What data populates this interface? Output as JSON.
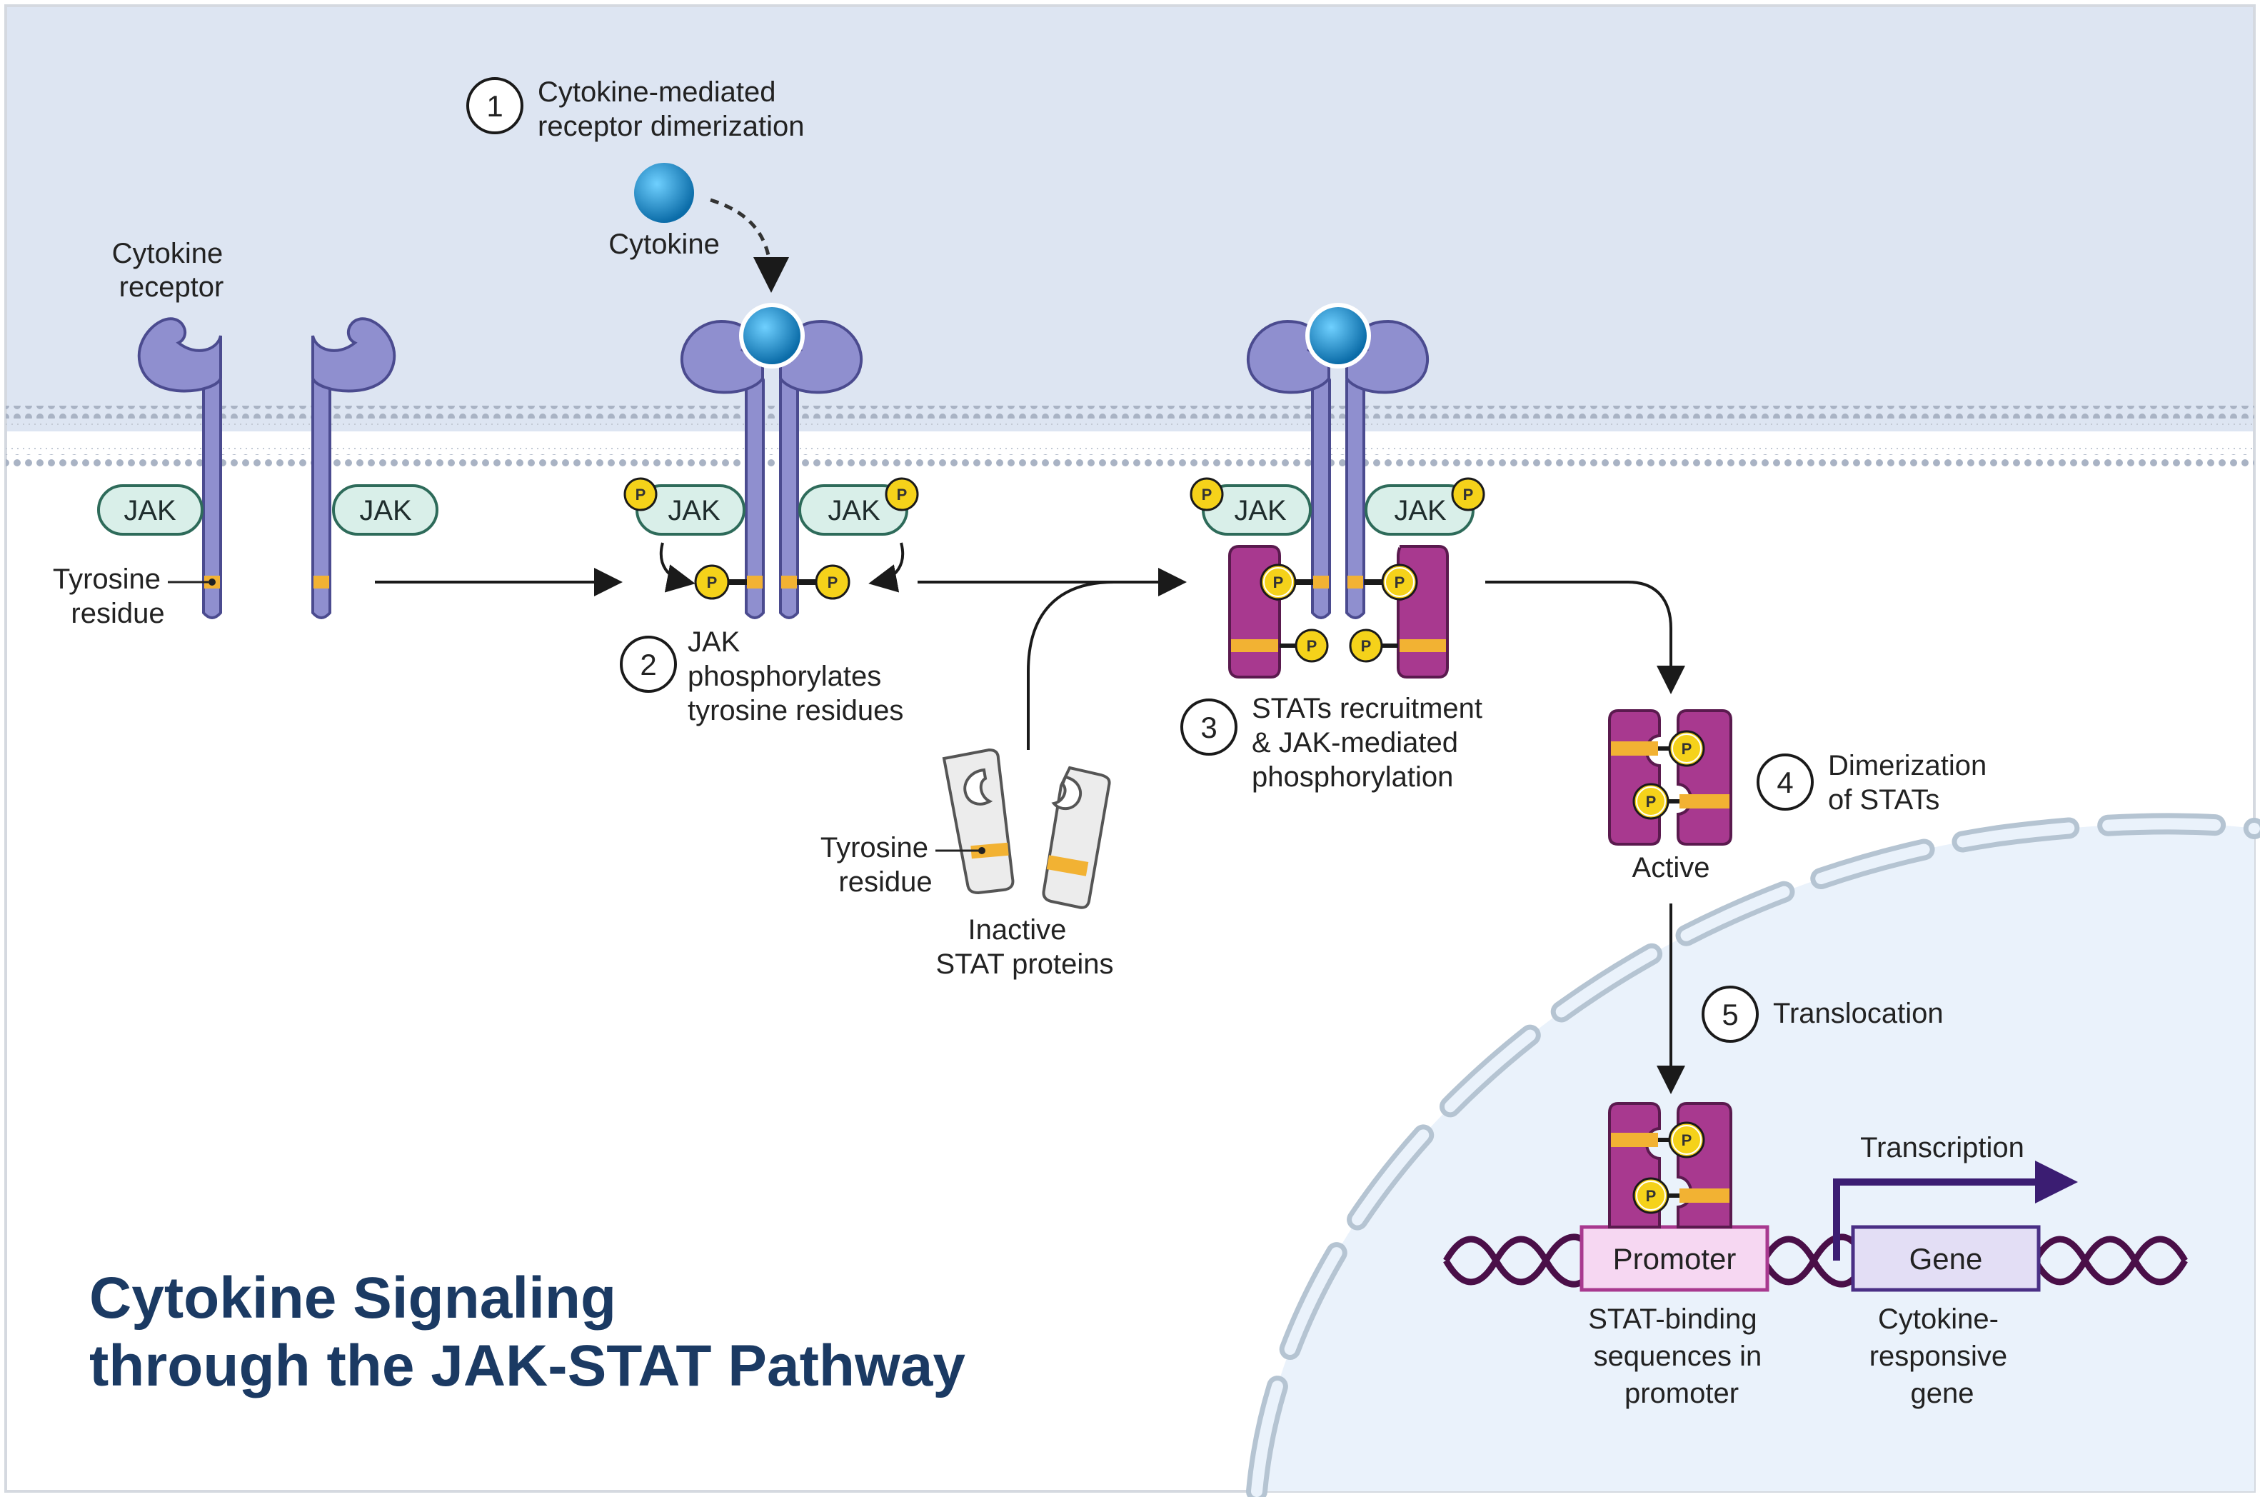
{
  "title": {
    "line1": "Cytokine Signaling",
    "line2": "through the JAK-STAT Pathway"
  },
  "steps": [
    {
      "number": "1",
      "line1": "Cytokine-mediated",
      "line2": "receptor dimerization"
    },
    {
      "number": "2",
      "line1": "JAK",
      "line2": "phosphorylates",
      "line3": "tyrosine residues"
    },
    {
      "number": "3",
      "line1": "STATs recruitment",
      "line2": "& JAK-mediated",
      "line3": "phosphorylation"
    },
    {
      "number": "4",
      "line1": "Dimerization",
      "line2": "of STATs"
    },
    {
      "number": "5",
      "line1": "Translocation"
    }
  ],
  "labels": {
    "cytokine_receptor_1": "Cytokine",
    "cytokine_receptor_2": "receptor",
    "cytokine": "Cytokine",
    "tyrosine_1": "Tyrosine",
    "tyrosine_2": "residue",
    "jak": "JAK",
    "phospho": "P",
    "inactive_1": "Inactive",
    "inactive_2": "STAT proteins",
    "active": "Active",
    "transcription": "Transcription",
    "promoter": "Promoter",
    "gene": "Gene",
    "stat_binding_1": "STAT-binding",
    "stat_binding_2": "sequences in",
    "stat_binding_3": "promoter",
    "responsive_1": "Cytokine-",
    "responsive_2": "responsive",
    "responsive_3": "gene"
  },
  "colors": {
    "extracellular": "#dde5f2",
    "nucleus": "#eaf2fb",
    "receptor": "#8f8fcf",
    "receptor_stroke": "#4b4b8f",
    "jak_fill": "#d9efe9",
    "jak_stroke": "#2e6b5a",
    "stat": "#a8398f",
    "stat_stroke": "#5a1a4e",
    "tyrosine": "#f2b233",
    "phospho": "#f5d21a",
    "cytokine": "#1a8fd0",
    "dna": "#4a0f48",
    "title": "#1b3a63"
  }
}
